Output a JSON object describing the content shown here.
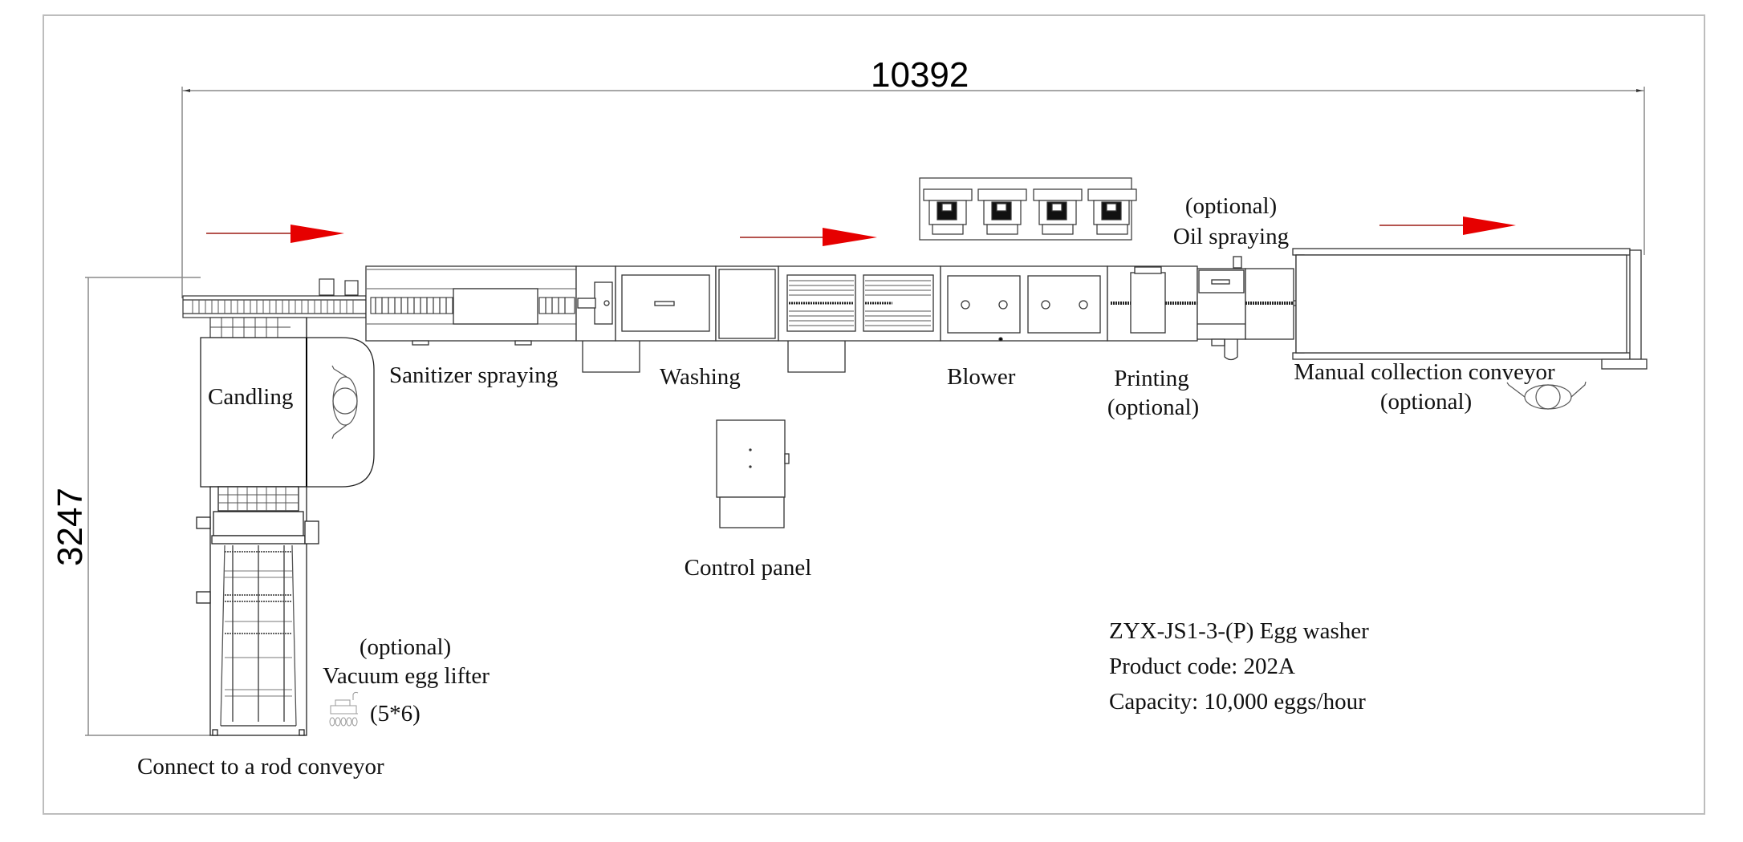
{
  "dimensions": {
    "overall_length": "10392",
    "overall_width": "3247"
  },
  "flow_direction": {
    "arrow_color": "#e60000",
    "count": 3
  },
  "stations": {
    "candling": "Candling",
    "sanitizer": "Sanitizer spraying",
    "washing": "Washing",
    "blower": "Blower",
    "printing": "Printing",
    "printing_note": "(optional)",
    "oil_note": "(optional)",
    "oil": "Oil spraying",
    "manual_collection": "Manual collection conveyor",
    "manual_collection_note": "(optional)",
    "control_panel": "Control panel",
    "vacuum_note": "(optional)",
    "vacuum": "Vacuum egg lifter",
    "vacuum_spec": "(5*6)",
    "rod_conveyor": "Connect to a rod conveyor"
  },
  "product_info": {
    "model": "ZYX-JS1-3-(P) Egg washer",
    "product_code": "Product code: 202A",
    "capacity": "Capacity: 10,000 eggs/hour"
  }
}
